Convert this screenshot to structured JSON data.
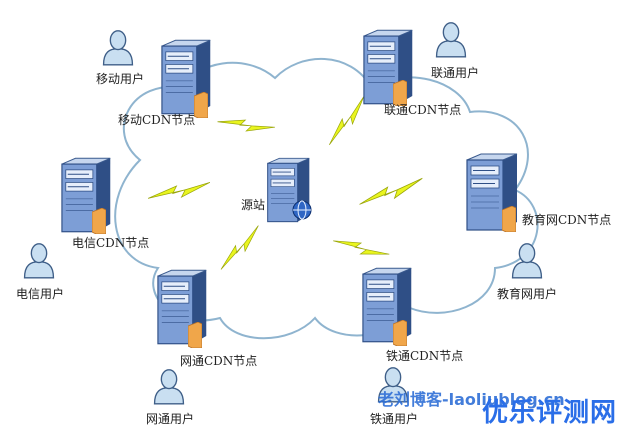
{
  "colors": {
    "cloud_fill": "#ffffff",
    "cloud_stroke": "#8fb4cf",
    "server_front": "#7d9ed6",
    "server_side": "#2f4f86",
    "server_top": "#c6d6ee",
    "server_tag": "#f0a64a",
    "lightning": "#e9f51f",
    "user_fill": "#c9dff1",
    "user_stroke": "#3f5f88",
    "watermark_blue": "#2a6ee8"
  },
  "nodes": {
    "mobile": {
      "label": "移动CDN节点"
    },
    "unicom": {
      "label": "联通CDN节点"
    },
    "telecom": {
      "label": "电信CDN节点"
    },
    "education": {
      "label": "教育网CDN节点"
    },
    "netcom": {
      "label": "网通CDN节点"
    },
    "railcom": {
      "label": "铁通CDN节点"
    },
    "origin": {
      "label": "源站"
    }
  },
  "users": {
    "mobile": {
      "label": "移动用户"
    },
    "unicom": {
      "label": "联通用户"
    },
    "telecom": {
      "label": "电信用户"
    },
    "education": {
      "label": "教育网用户"
    },
    "netcom": {
      "label": "网通用户"
    },
    "railcom": {
      "label": "铁通用户"
    }
  },
  "watermark": {
    "blog": "老刘博客-laoliublog.cn",
    "brand": "优乐评测网"
  }
}
